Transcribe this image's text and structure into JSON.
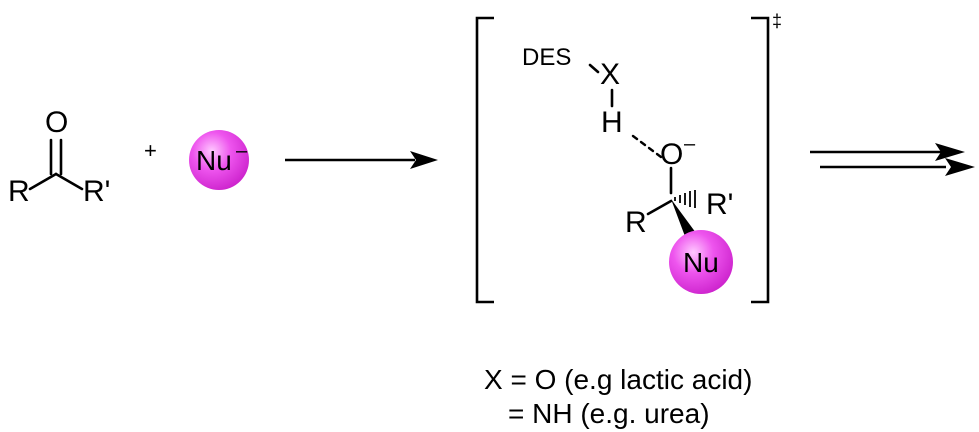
{
  "scheme": {
    "colors": {
      "nucleophile": "#e040e0",
      "ink": "#000000",
      "background": "#ffffff"
    },
    "reactant_ketone": {
      "oxygen": "O",
      "left_group": "R",
      "right_group": "R'"
    },
    "plus_sign": "+",
    "nucleophile": {
      "label": "Nu",
      "charge": "–"
    },
    "transition_state": {
      "solvent": "DES",
      "donor_atom": "X",
      "hydrogen": "H",
      "oxygen": "O",
      "oxygen_charge": "–",
      "left_group": "R",
      "right_group": "R'",
      "nucleophile": "Nu",
      "symbol": "‡"
    },
    "notes": {
      "line1": "X = O (e.g lactic acid)",
      "line2": "= NH (e.g. urea)"
    }
  }
}
